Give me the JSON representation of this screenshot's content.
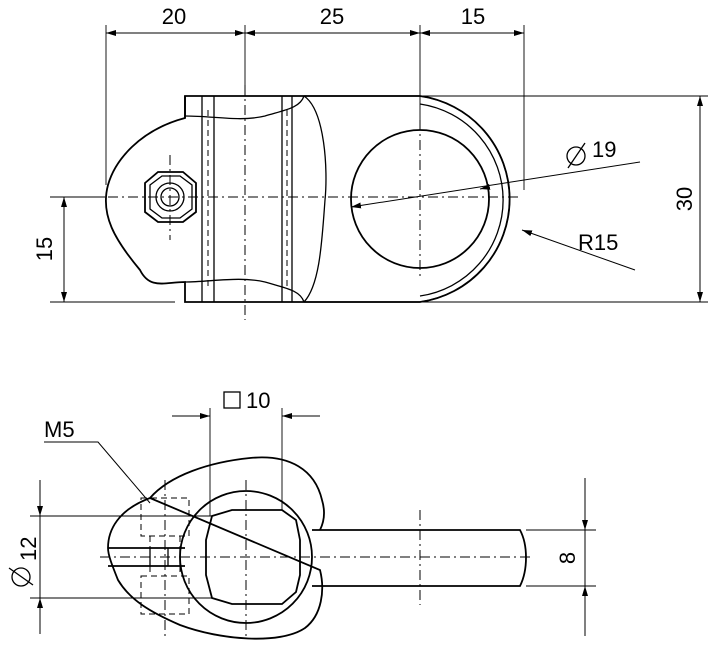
{
  "top_view": {
    "dim_20": "20",
    "dim_25": "25",
    "dim_15_top": "15",
    "dim_30": "30",
    "dim_15_left": "15",
    "diameter_19": "19",
    "radius_15": "R15"
  },
  "bottom_view": {
    "square_10": "10",
    "thread_m5": "M5",
    "diameter_12": "12",
    "dim_8": "8"
  }
}
